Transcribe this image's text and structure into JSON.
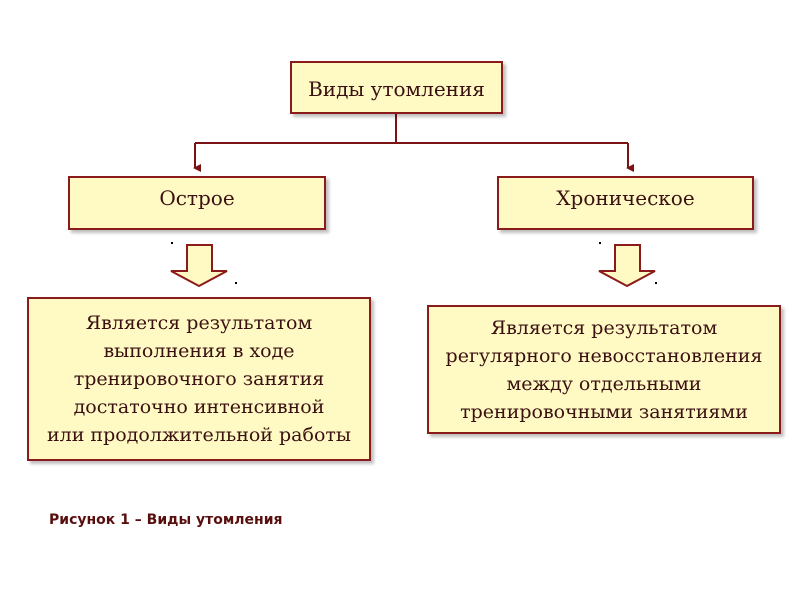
{
  "diagram": {
    "root": {
      "label": "Виды утомления"
    },
    "left": {
      "label": "Острое",
      "description": "Является результатом\nвыполнения в ходе\nтренировочного занятия\nдостаточно интенсивной\nили продолжительной работы"
    },
    "right": {
      "label": "Хроническое",
      "description": "Является результатом\nрегулярного невосстановления\nмежду отдельными\nтренировочными занятиями"
    }
  },
  "caption": "Рисунок 1 – Виды утомления",
  "colors": {
    "box_fill": "#fff9c4",
    "box_border": "#8b1a1a",
    "connector": "#7a1414",
    "arrow_fill": "#fff9c4",
    "caption_text": "#5a0f0f"
  }
}
